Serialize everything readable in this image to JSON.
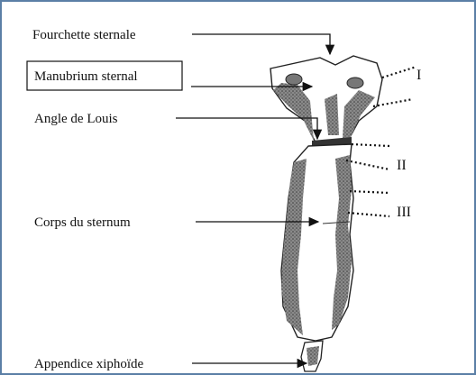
{
  "labels": {
    "fourchette": "Fourchette sternale",
    "manubrium": "Manubrium sternal",
    "angle": "Angle de Louis",
    "corps": "Corps du sternum",
    "appendice": "Appendice xiphoïde"
  },
  "ribs": {
    "r1": "I",
    "r2": "II",
    "r3": "III"
  },
  "colors": {
    "frame": "#5b7fa6",
    "ink": "#111111",
    "shade": "#6a6a6a"
  }
}
